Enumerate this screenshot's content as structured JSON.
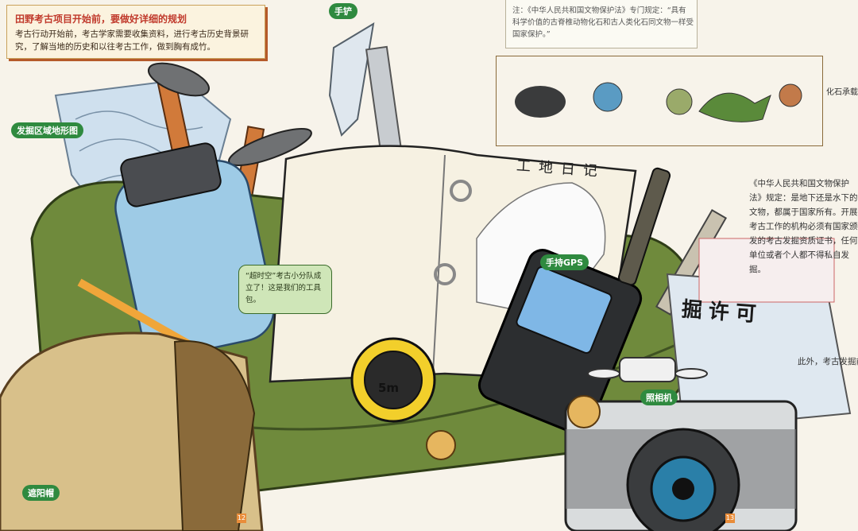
{
  "intro": {
    "title": "田野考古项目开始前，要做好详细的规划",
    "body": "考古行动开始前，考古学家需要收集资料，进行考古历史背景研究，了解当地的历史和以往考古工作，做到胸有成竹。"
  },
  "note": {
    "text": "注：《中华人民共和国文物保护法》专门规定：“具有科学价值的古脊椎动物化石和古人类化石同文物一样受国家保护。”"
  },
  "law_text": "《中华人民共和国文物保护法》规定：是地下还是水下的文物，都属于国家所有。开展考古工作的机构必须有国家颁发的考古发掘资质证书，任何单位或者个人都不得私自发掘。",
  "side_text": "化石承载着地球上各种生物的诞生与消亡，是关于生命的记录。",
  "permit_text": "此外，考古发掘前还需要向国家文物局提出申请书。获得审批通过后，我们的工作才能开始。",
  "bubble": "“超时空”考古小分队成立了！这是我们的工具包。",
  "labels": {
    "map": "发掘区域地形图",
    "trowel": "手铲",
    "gps": "手持GPS",
    "camera": "照相机",
    "hat": "遮阳帽"
  },
  "diary_title": "工地日记",
  "permit_title": "掘许可",
  "tape_label": "5m",
  "page_numbers": [
    "12",
    "13"
  ],
  "colors": {
    "label_green": "#2f8a3f",
    "title_red": "#c0392b",
    "bag_green": "#6f8a3c",
    "page_orange": "#e98d3a"
  }
}
